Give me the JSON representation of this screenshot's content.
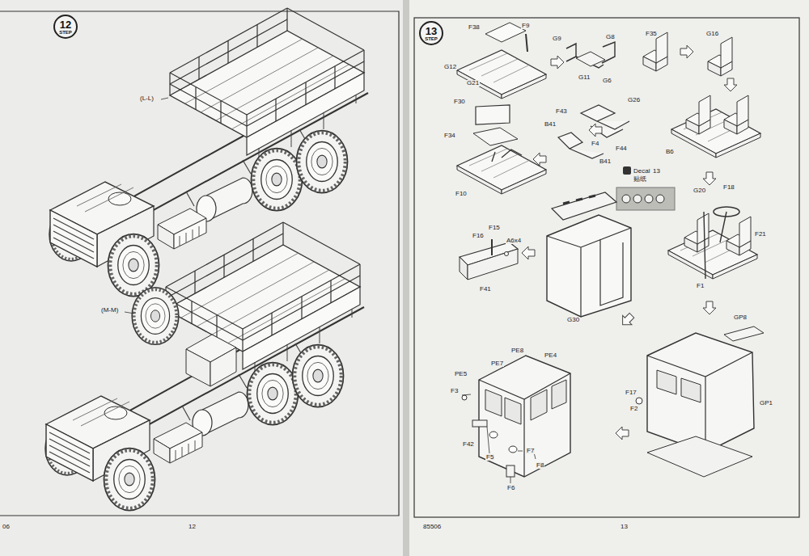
{
  "diagram": {
    "nodes": [
      {
        "text": [
          "12",
          "STEP"
        ]
      },
      {
        "text": [
          "13",
          "STEP"
        ]
      }
    ],
    "labels": [
      "(L-L)",
      "(M-M)",
      "06",
      "12",
      "F38",
      "F9",
      "G9",
      "G8",
      "F35",
      "G16",
      "G12",
      "G21",
      "G11",
      "G6",
      "F30",
      "G26",
      "F43",
      "B41",
      "F34",
      "F4",
      "F44",
      "B6",
      "B41",
      "Decal",
      "13",
      "贴纸",
      "F10",
      "G20",
      "F18",
      "F15",
      "F16",
      "A6x4",
      "F21",
      "F1",
      "F41",
      "G30",
      "GP8",
      "PE8",
      "PE4",
      "PE7",
      "PE5",
      "F3",
      "F17",
      "GP1",
      "F2",
      "F42",
      "F7",
      "F5",
      "F8",
      "F6",
      "85506",
      "13"
    ]
  }
}
